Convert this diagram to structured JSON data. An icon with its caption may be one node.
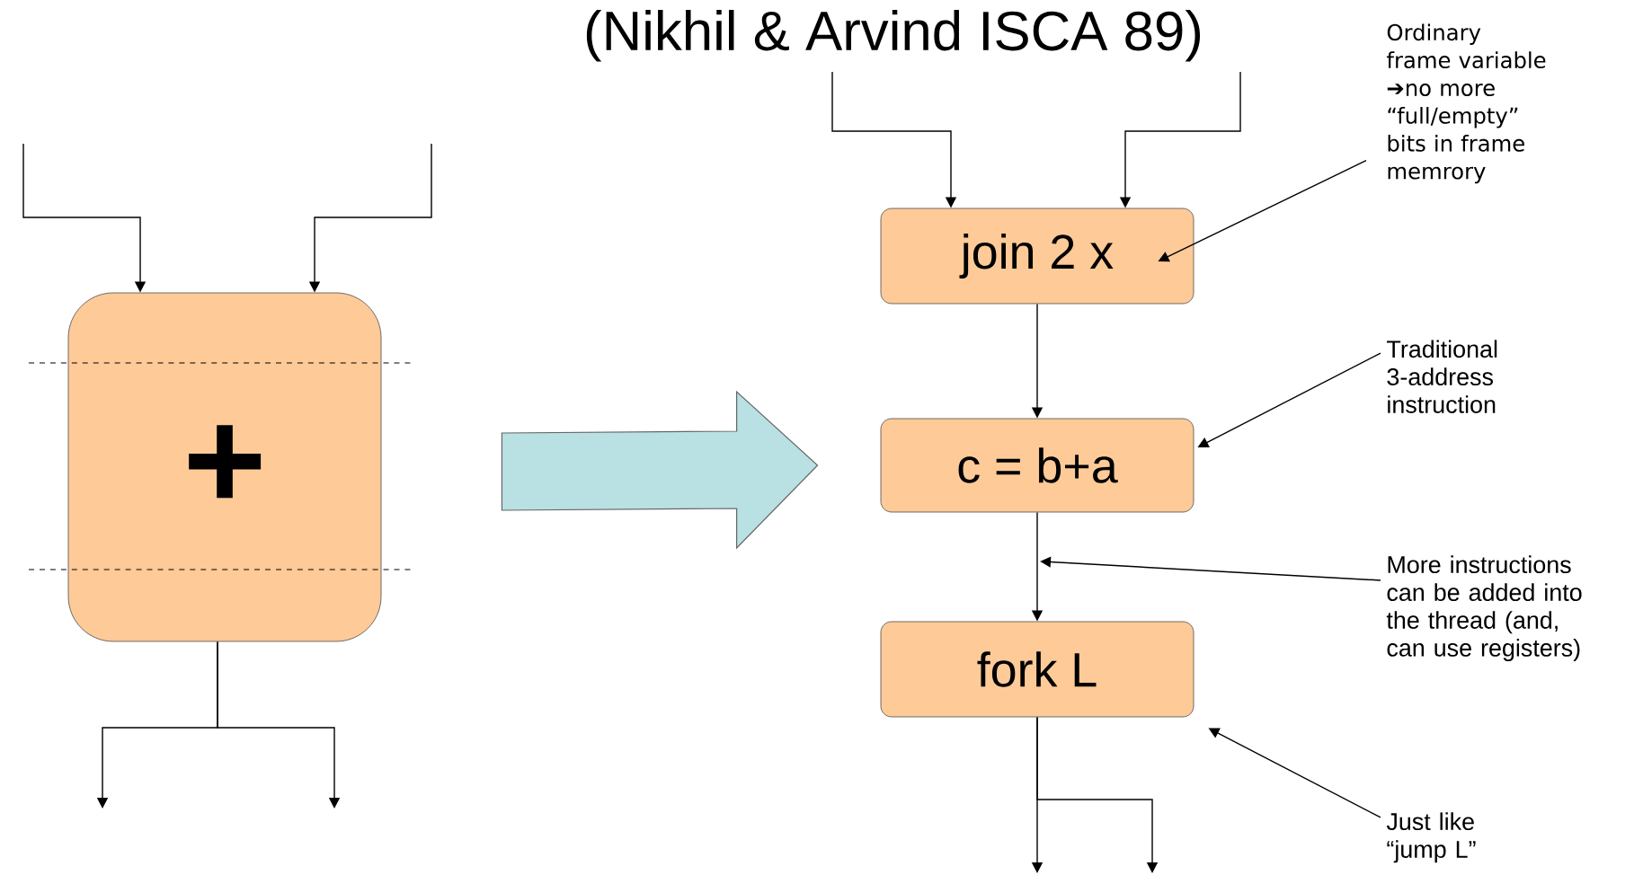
{
  "diagram": {
    "title": "(Nikhil & Arvind ISCA 89)",
    "nodes": [
      {
        "text": [
          "+"
        ]
      },
      {
        "text": [
          "join 2 x"
        ]
      },
      {
        "text": [
          "c = b+a"
        ]
      },
      {
        "text": [
          "fork L"
        ]
      },
      {
        "text": [
          "Ordinary frame variable ➔no more “full/empty” bits in frame memrory"
        ]
      },
      {
        "text": [
          "Traditional 3-address instruction"
        ]
      },
      {
        "text": [
          "More instructions can be added into the thread (and, can use registers)"
        ]
      },
      {
        "text": [
          "Just like “jump L”"
        ]
      }
    ],
    "edges": [
      {
        "from": null,
        "to": 0,
        "arrow": "to"
      },
      {
        "from": null,
        "to": 0,
        "arrow": "to"
      },
      {
        "from": 0,
        "to": null,
        "arrow": "to"
      },
      {
        "from": 0,
        "to": null,
        "arrow": "to"
      },
      {
        "from": 0,
        "to": 2,
        "arrow": "to",
        "style": "thick"
      },
      {
        "from": null,
        "to": 1,
        "arrow": "to"
      },
      {
        "from": null,
        "to": 1,
        "arrow": "to"
      },
      {
        "from": 1,
        "to": 2,
        "arrow": "to"
      },
      {
        "from": 2,
        "to": 3,
        "arrow": "to"
      },
      {
        "from": 3,
        "to": null,
        "arrow": "to"
      },
      {
        "from": 3,
        "to": null,
        "arrow": "to"
      },
      {
        "from": 4,
        "to": 1,
        "arrow": "to"
      },
      {
        "from": 5,
        "to": 2,
        "arrow": "to"
      },
      {
        "from": 6,
        "to": null,
        "arrow": "to"
      },
      {
        "from": 7,
        "to": 3,
        "arrow": "to"
      }
    ]
  }
}
